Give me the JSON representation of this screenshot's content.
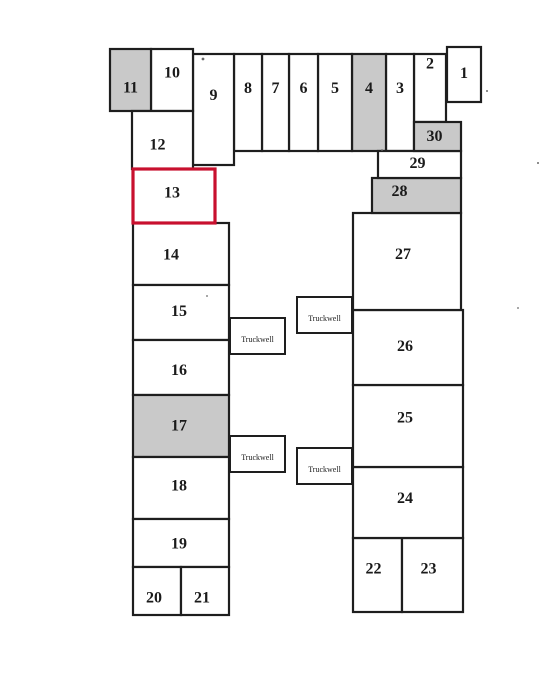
{
  "units": [
    {
      "label": "1",
      "shaded": false
    },
    {
      "label": "2",
      "shaded": false
    },
    {
      "label": "3",
      "shaded": false
    },
    {
      "label": "4",
      "shaded": true
    },
    {
      "label": "5",
      "shaded": false
    },
    {
      "label": "6",
      "shaded": false
    },
    {
      "label": "7",
      "shaded": false
    },
    {
      "label": "8",
      "shaded": false
    },
    {
      "label": "9",
      "shaded": false
    },
    {
      "label": "10",
      "shaded": false
    },
    {
      "label": "11",
      "shaded": true
    },
    {
      "label": "12",
      "shaded": false
    },
    {
      "label": "13",
      "shaded": false,
      "highlighted": true
    },
    {
      "label": "14",
      "shaded": false
    },
    {
      "label": "15",
      "shaded": false
    },
    {
      "label": "16",
      "shaded": false
    },
    {
      "label": "17",
      "shaded": true
    },
    {
      "label": "18",
      "shaded": false
    },
    {
      "label": "19",
      "shaded": false
    },
    {
      "label": "20",
      "shaded": false
    },
    {
      "label": "21",
      "shaded": false
    },
    {
      "label": "22",
      "shaded": false
    },
    {
      "label": "23",
      "shaded": false
    },
    {
      "label": "24",
      "shaded": false
    },
    {
      "label": "25",
      "shaded": false
    },
    {
      "label": "26",
      "shaded": false
    },
    {
      "label": "27",
      "shaded": false
    },
    {
      "label": "28",
      "shaded": true
    },
    {
      "label": "29",
      "shaded": false
    },
    {
      "label": "30",
      "shaded": true
    }
  ],
  "truckwells": [
    {
      "label": "Truckwell"
    },
    {
      "label": "Truckwell"
    },
    {
      "label": "Truckwell"
    },
    {
      "label": "Truckwell"
    }
  ],
  "colors": {
    "shaded_fill": "#c9c9c9",
    "highlight": "#c8102e",
    "line": "#1e1e1e"
  }
}
